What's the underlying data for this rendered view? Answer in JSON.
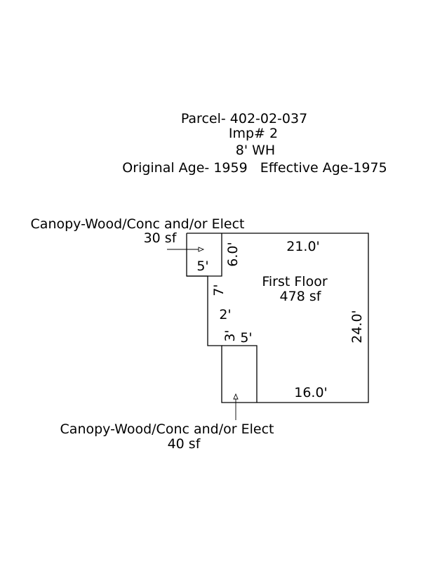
{
  "header": {
    "parcel": "Parcel- 402-02-037",
    "imp": "Imp# 2",
    "wall_height": "8' WH",
    "ages": "Original Age- 1959   Effective Age-1975"
  },
  "canopy_top": {
    "label": "Canopy-Wood/Conc and/or Elect",
    "area": "30 sf",
    "dim_height": "6.0'",
    "dim_width": "5'"
  },
  "first_floor": {
    "label": "First Floor",
    "area": "478 sf",
    "dim_top": "21.0'",
    "dim_right": "24.0'",
    "dim_bottom": "16.0'",
    "dim_left_upper": "7'",
    "dim_step": "2'",
    "dim_left_lower": "3'"
  },
  "canopy_bottom": {
    "label": "Canopy-Wood/Conc and/or Elect",
    "area": "40 sf",
    "dim_width": "5'"
  }
}
